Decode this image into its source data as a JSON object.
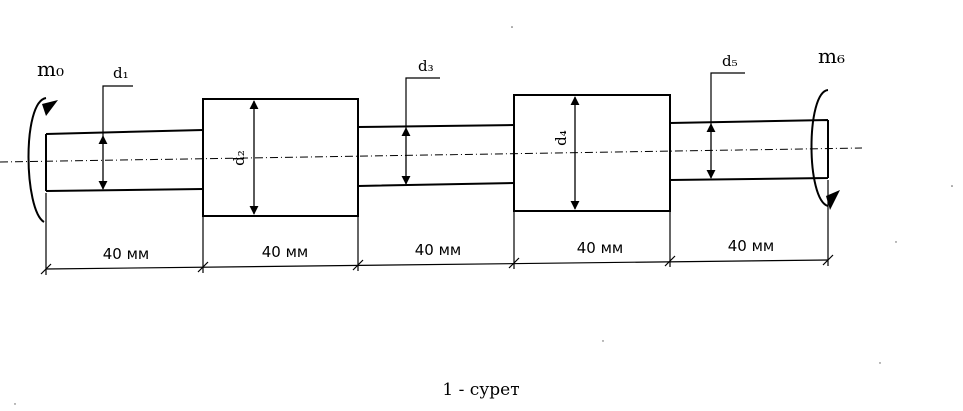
{
  "diagram": {
    "moment_left": "m₀",
    "moment_right": "m₆",
    "diameters": {
      "d1": "d₁",
      "d2": "d₂",
      "d3": "d₃",
      "d4": "d₄",
      "d5": "d₅"
    },
    "segment_lengths": [
      "40 мм",
      "40 мм",
      "40 мм",
      "40 мм",
      "40 мм"
    ],
    "caption": "1 - сурет"
  }
}
